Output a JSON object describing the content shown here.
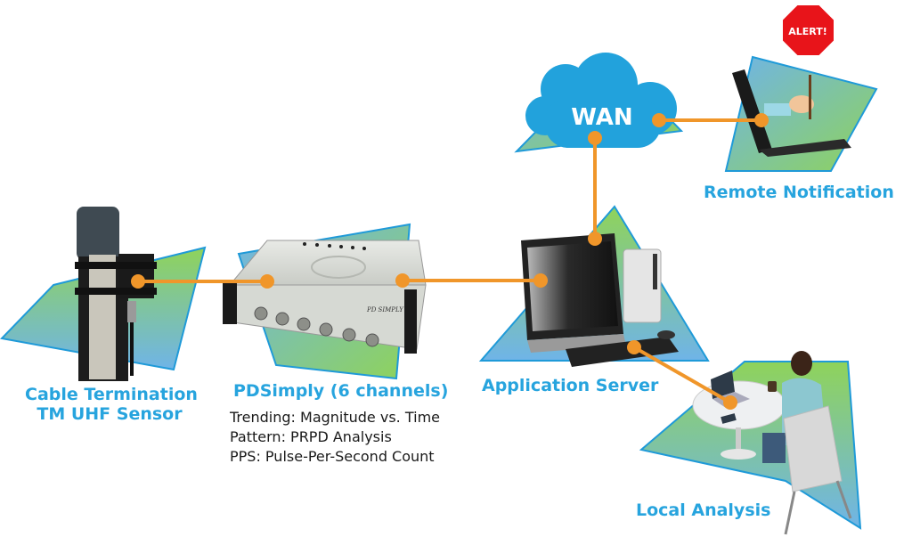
{
  "nodes": {
    "sensor": {
      "label_line1": "Cable Termination",
      "label_line2": "TM UHF Sensor"
    },
    "pdsimply": {
      "label": "PDSimply (6 channels)",
      "device_text": "PD SIMPLY",
      "features": [
        "Trending: Magnitude vs. Time",
        "Pattern: PRPD Analysis",
        "PPS: Pulse-Per-Second Count"
      ]
    },
    "server": {
      "label": "Application Server"
    },
    "wan": {
      "label": "WAN"
    },
    "remote": {
      "label": "Remote Notification",
      "sign_text": "ALERT!"
    },
    "local": {
      "label": "Local Analysis"
    }
  },
  "colors": {
    "label_blue": "#27a4de",
    "connector_orange": "#f0962a",
    "triangle_green": "#8fd35a",
    "triangle_blue": "#6fb4e8",
    "triangle_stroke": "#1f9ad8",
    "cloud_blue": "#22a2dc",
    "alert_red": "#e8141a"
  }
}
